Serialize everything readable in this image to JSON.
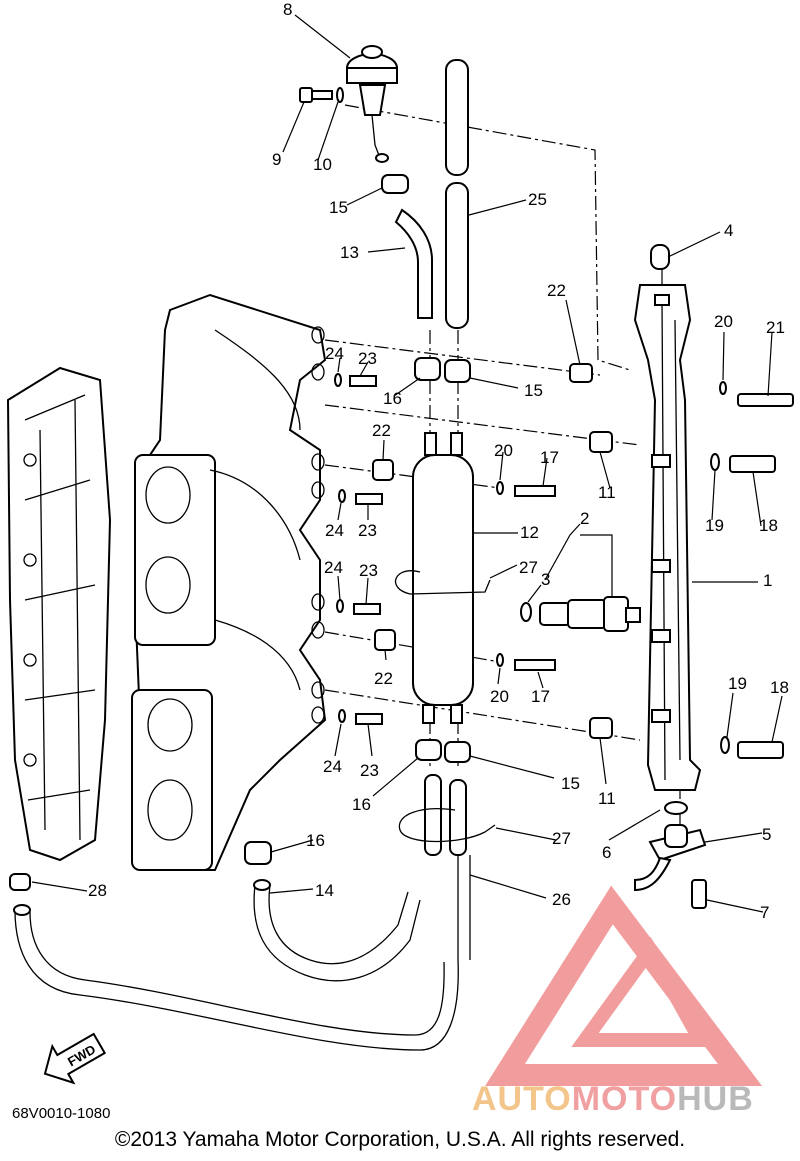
{
  "diagram": {
    "drawing_code": "68V0010-1080",
    "copyright": "©2013 Yamaha Motor Corporation, U.S.A. All rights reserved.",
    "direction_badge": "FWD",
    "watermark": {
      "part1": "AUTO",
      "part2": "MOTO",
      "part3": "HUB"
    },
    "colors": {
      "watermark_red": "#f08c8c",
      "watermark_orange": "#f3c58a",
      "watermark_gray": "#b9b9b9",
      "line": "#000000"
    },
    "callouts": [
      "1",
      "2",
      "3",
      "4",
      "5",
      "6",
      "7",
      "8",
      "9",
      "10",
      "11",
      "11",
      "12",
      "13",
      "14",
      "15",
      "15",
      "15",
      "16",
      "16",
      "16",
      "17",
      "17",
      "18",
      "18",
      "19",
      "19",
      "20",
      "20",
      "20",
      "21",
      "22",
      "22",
      "22",
      "23",
      "23",
      "23",
      "23",
      "24",
      "24",
      "24",
      "24",
      "25",
      "26",
      "27",
      "27",
      "28"
    ]
  }
}
